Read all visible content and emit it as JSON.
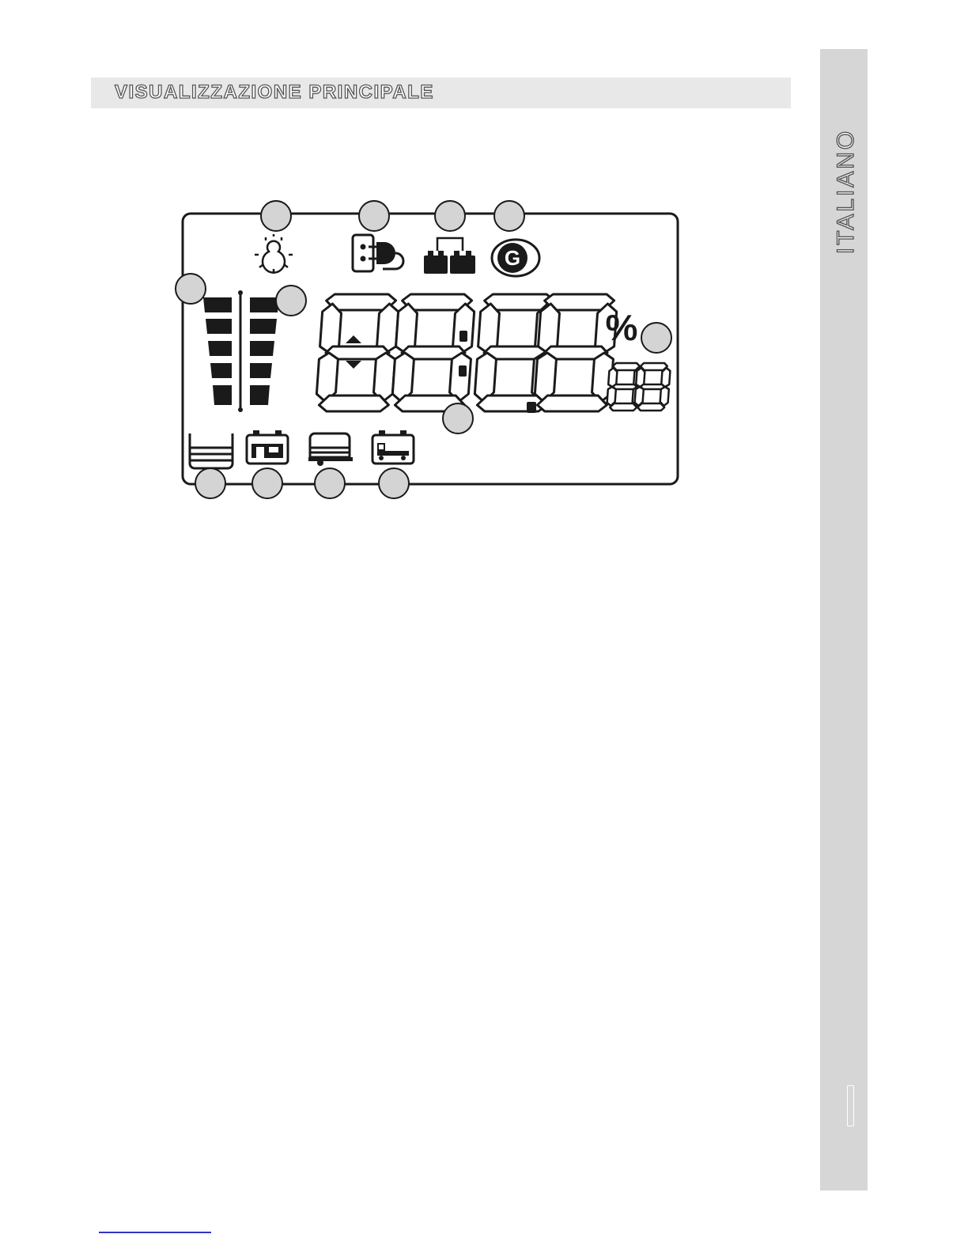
{
  "header": {
    "title": "VISUALIZZAZIONE PRINCIPALE"
  },
  "sidebar": {
    "language_label": "ITALIANO"
  },
  "lcd": {
    "unit_percent": "%",
    "small_digits": "88",
    "icons": [
      "light-bulb-icon",
      "plug-socket-icon",
      "dual-battery-icon",
      "generator-icon",
      "tank-level-icon",
      "caravan-battery-icon",
      "caravan-icon",
      "truck-battery-icon",
      "up-arrow-icon",
      "down-arrow-icon"
    ]
  },
  "colors": {
    "header_bg": "#e8e8e8",
    "sidebar_bg": "#d6d6d6",
    "callout_fill": "#d4d4d4",
    "lcd_ink": "#1a1a1a"
  }
}
